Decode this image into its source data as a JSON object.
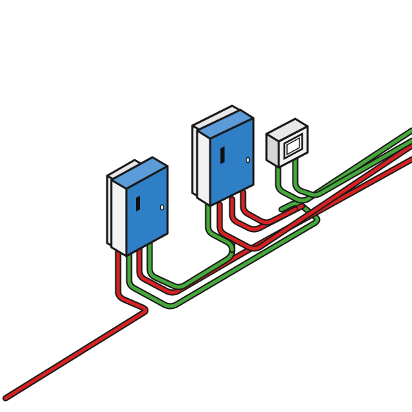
{
  "colors": {
    "background": "#ffffff",
    "outline": "#1a1a1a",
    "cable_red": "#d62222",
    "cable_green": "#46a83a",
    "cabinet_front": "#2f7fc6",
    "cabinet_side": "#2565a5",
    "cabinet_top": "#5a9bd8",
    "backbox_front": "#f2f2f2",
    "backbox_side": "#d7d7d7",
    "backbox_top": "#e8e8e8"
  },
  "diagram": {
    "components": [
      {
        "name": "distribution-cabinet-left",
        "type": "blue-cabinet-with-backbox"
      },
      {
        "name": "distribution-cabinet-middle",
        "type": "blue-cabinet-with-backbox"
      },
      {
        "name": "junction-box",
        "type": "grey-enclosure-with-window"
      }
    ],
    "cables": [
      {
        "name": "red-feeder",
        "color": "red"
      },
      {
        "name": "green-cable-left",
        "color": "green"
      },
      {
        "name": "red-cable-left",
        "color": "red"
      },
      {
        "name": "green-cable-middle",
        "color": "green"
      },
      {
        "name": "red-cable-middle",
        "color": "red"
      },
      {
        "name": "green-cable-junction",
        "color": "green"
      }
    ]
  }
}
